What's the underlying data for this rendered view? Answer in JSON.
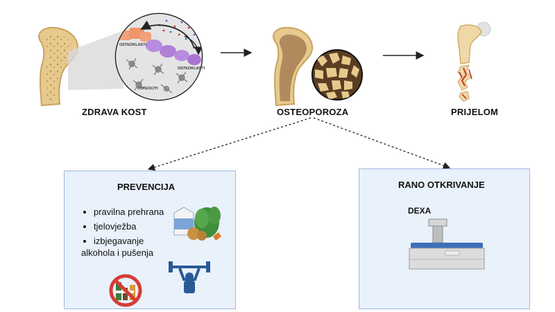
{
  "stages": {
    "healthy": "ZDRAVA KOST",
    "osteoporosis": "OSTEOPOROZA",
    "fracture": "PRIJELOM"
  },
  "zoom_labels": {
    "osteoclasts_top": "OSTEOKLASTI",
    "osteoclasts_right": "OSTEOKLASTI",
    "osteocytes": "OSTEOCITI"
  },
  "prevention": {
    "title": "PREVENCIJA",
    "items": [
      "pravilna prehrana",
      "tjelovježba",
      "izbjegavanje",
      "alkohola i pušenja"
    ]
  },
  "early_detection": {
    "title": "RANO OTKRIVANJE",
    "method": "DEXA"
  },
  "colors": {
    "bone_outer": "#e9cf96",
    "bone_inner": "#c89a52",
    "spongy_dark": "#6b4a2b",
    "box_fill": "#e9f1fb",
    "box_border": "#9db8df",
    "osteoclast": "#b98be0",
    "osteoblast": "#f2a07a",
    "fracture_red": "#c0392b",
    "scanner_blue": "#3d6fb8"
  }
}
